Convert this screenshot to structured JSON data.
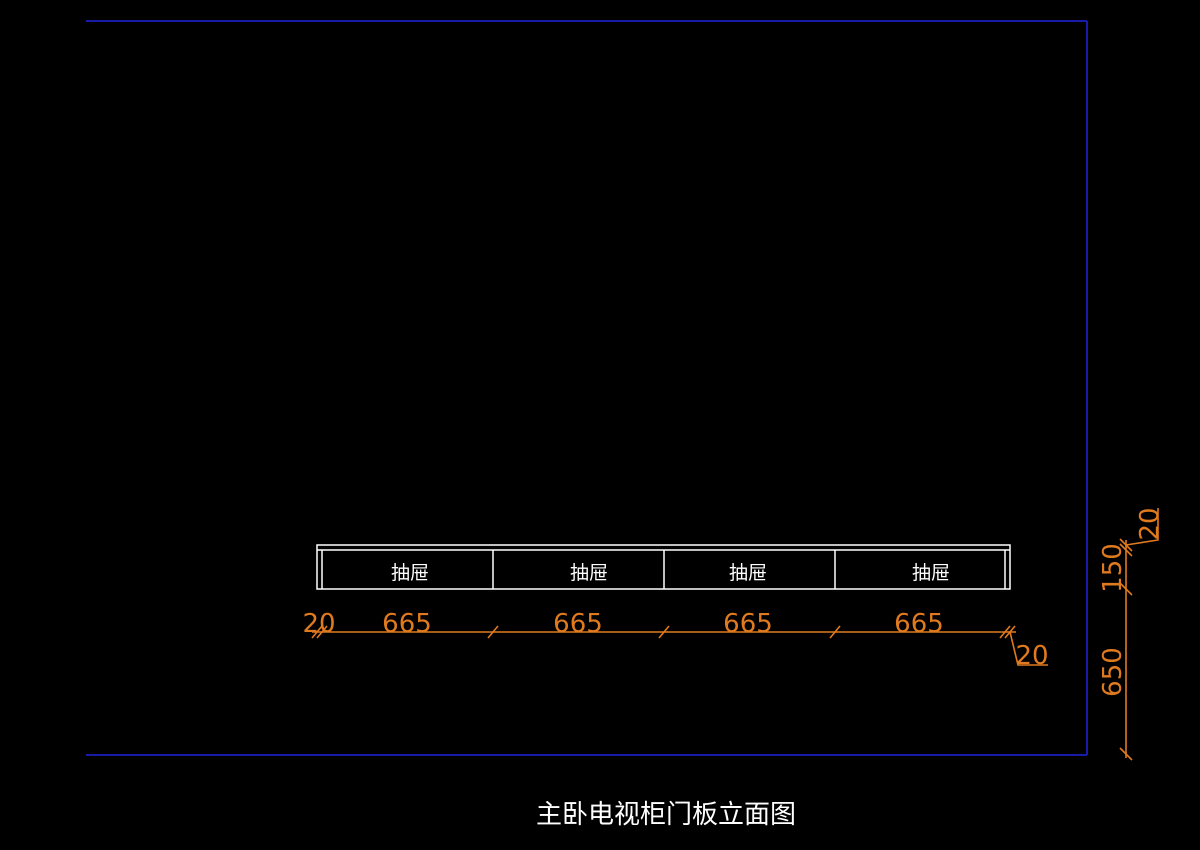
{
  "drawing": {
    "title": "主卧电视柜门板立面图",
    "drawer_labels": [
      "抽屉",
      "抽屉",
      "抽屉",
      "抽屉"
    ],
    "horizontal_dimensions": {
      "left_gap": "20",
      "panel_widths": [
        "665",
        "665",
        "665",
        "665"
      ],
      "right_gap": "20"
    },
    "vertical_dimensions": {
      "top_gap": "20",
      "drawer_height": "150",
      "leg_height": "650"
    },
    "colors": {
      "background": "#000000",
      "frame": "#1a1aa8",
      "cabinet": "#ffffff",
      "dimension": "#e07a1f",
      "text": "#ffffff"
    }
  }
}
